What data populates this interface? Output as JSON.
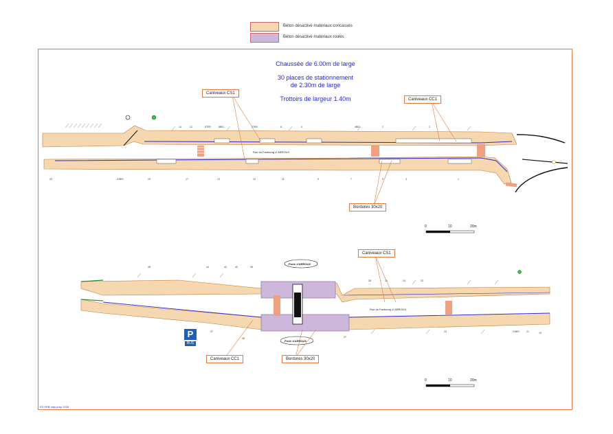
{
  "legend": {
    "items": [
      {
        "label": "Béton désactivé matériaux concassés",
        "color": "#f6d8b0"
      },
      {
        "label": "Béton désactivé matériaux roulés",
        "color": "#cdb8dc"
      }
    ]
  },
  "titles": {
    "line1": "Chaussée de 6.00m de large",
    "line2": "30 places de stationnement",
    "line3": "de 2.30m de large",
    "line4": "Trottoirs de largeur 1.40m"
  },
  "callouts": {
    "top_cs1": "Caniveaux CS1",
    "top_cc1": "Caniveaux CC1",
    "top_bordures": "Bordures 30x20",
    "bottom_cs1": "Caniveaux CS1",
    "bottom_cc1": "Caniveaux CC1",
    "bottom_bordures": "Bordures 30x20"
  },
  "streets": {
    "top": "Rue du Faubourg d' ARROUX",
    "bottom": "Rue du Faubourg d' ARROUX",
    "porte_top": "Porte d'ARROUX",
    "porte_bottom": "Porte d'ARROUX"
  },
  "parking_sign": {
    "letter": "P",
    "sub": "BUS"
  },
  "scale": {
    "marks": [
      "0",
      "10",
      "20m"
    ]
  },
  "footer": "ED FEB Valy prep 2025",
  "colors": {
    "concasse": "#f6d8b0",
    "roule": "#cdb8dc",
    "frame": "#e07a3c",
    "blue": "#2a2ad0",
    "stair": "#f0a080"
  }
}
